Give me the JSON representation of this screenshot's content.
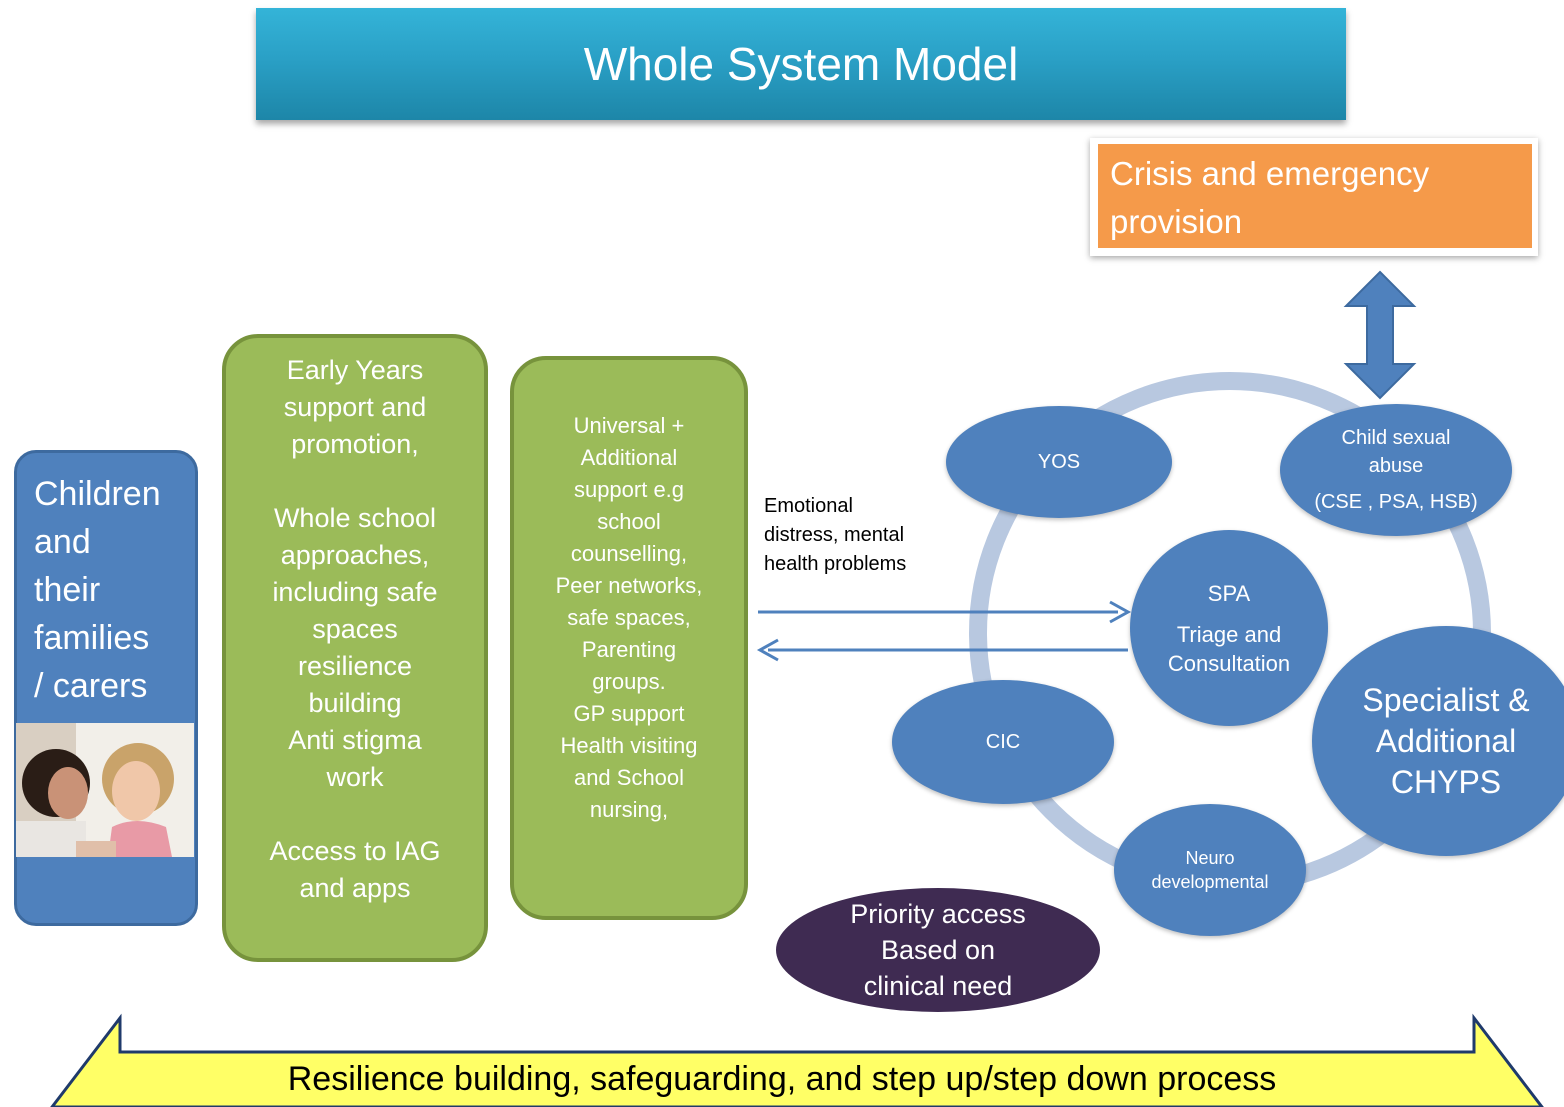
{
  "title": "Whole System Model",
  "crisis": {
    "line1": "Crisis and emergency",
    "line2": "provision"
  },
  "children": {
    "line1": "Children",
    "line2": "and",
    "line3": "their",
    "line4": "families",
    "line5": "/ carers"
  },
  "early_years_box": {
    "text": "Early Years\nsupport and\npromotion,\n \nWhole school\napproaches,\nincluding safe\nspaces\nresilience\nbuilding\nAnti stigma\nwork\n \nAccess to IAG\nand apps"
  },
  "universal_box": {
    "text": "Universal +\nAdditional\nsupport   e.g\nschool\ncounselling,\nPeer networks,\nsafe spaces,\nParenting\ngroups.\nGP support\nHealth visiting\nand School\nnursing,"
  },
  "flow_label": {
    "line1": "Emotional",
    "line2": "distress, mental",
    "line3": "health problems"
  },
  "ovals": {
    "yos": "YOS",
    "csa_line1": "Child sexual",
    "csa_line2": "abuse",
    "csa_line3": "(CSE , PSA,  HSB)",
    "spa_line1": "SPA",
    "spa_line2": "Triage and",
    "spa_line3": "Consultation",
    "cic": "CIC",
    "neuro_line1": "Neuro",
    "neuro_line2": "developmental",
    "specialist_line1": "Specialist &",
    "specialist_line2": "Additional",
    "specialist_line3": "CHYPS"
  },
  "priority": {
    "line1": "Priority access",
    "line2": "Based on",
    "line3": "clinical need"
  },
  "bottom_arrow": {
    "text": "Resilience building, safeguarding,  and step up/step down process"
  },
  "colors": {
    "banner": "#2aa0c6",
    "crisis": "#f59a4a",
    "green_box": "#9bbb59",
    "blue_oval": "#4f81bd",
    "ring": "#b8c8e0",
    "priority": "#3f2b52",
    "bottom_arrow": "#ffff66"
  }
}
